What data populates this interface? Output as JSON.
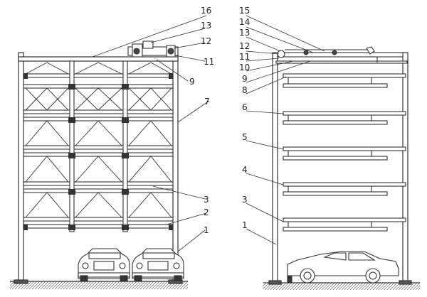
{
  "left_view": {
    "labels": [
      "16",
      "13",
      "12",
      "11",
      "9",
      "7",
      "3",
      "2",
      "1"
    ]
  },
  "right_view": {
    "labels": [
      "15",
      "14",
      "13",
      "12",
      "11",
      "10",
      "9",
      "8",
      "6",
      "5",
      "4",
      "3",
      "1"
    ]
  }
}
